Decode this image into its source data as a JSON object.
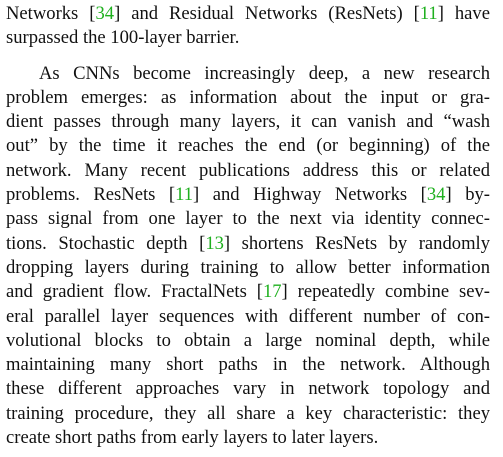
{
  "paragraphs": [
    {
      "id": "p1",
      "lines": [
        [
          {
            "t": "Networks "
          },
          {
            "t": "[",
            "c": false
          },
          {
            "t": "34",
            "c": true
          },
          {
            "t": "] and Residual Networks (ResNets) ["
          },
          {
            "t": "11",
            "c": true
          },
          {
            "t": "] have"
          }
        ],
        [
          {
            "t": "surpassed the 100-layer barrier."
          }
        ]
      ]
    },
    {
      "id": "p2",
      "lines": [
        [
          {
            "t": "As CNNs become increasingly deep, a new research"
          }
        ],
        [
          {
            "t": "problem emerges:  as information about the input or gra-"
          }
        ],
        [
          {
            "t": "dient passes through many layers, it can vanish and “wash"
          }
        ],
        [
          {
            "t": "out” by the time it reaches the end (or beginning) of the"
          }
        ],
        [
          {
            "t": "network.  Many recent publications address this or related"
          }
        ],
        [
          {
            "t": "problems.  ResNets ["
          },
          {
            "t": "11",
            "c": true
          },
          {
            "t": "] and Highway Networks ["
          },
          {
            "t": "34",
            "c": true
          },
          {
            "t": "] by-"
          }
        ],
        [
          {
            "t": "pass signal from one layer to the next via identity connec-"
          }
        ],
        [
          {
            "t": "tions. Stochastic depth ["
          },
          {
            "t": "13",
            "c": true
          },
          {
            "t": "] shortens ResNets by randomly"
          }
        ],
        [
          {
            "t": "dropping layers during training to allow better information"
          }
        ],
        [
          {
            "t": "and gradient flow. FractalNets ["
          },
          {
            "t": "17",
            "c": true
          },
          {
            "t": "] repeatedly combine sev-"
          }
        ],
        [
          {
            "t": "eral parallel layer sequences with different number of con-"
          }
        ],
        [
          {
            "t": "volutional blocks to obtain a large nominal depth, while"
          }
        ],
        [
          {
            "t": "maintaining many short paths in the network.  Although"
          }
        ],
        [
          {
            "t": "these different approaches vary in network topology and"
          }
        ],
        [
          {
            "t": "training procedure, they all share a key characteristic: they"
          }
        ],
        [
          {
            "t": "create short paths from early layers to later layers."
          }
        ]
      ]
    }
  ],
  "colors": {
    "text": "#111111",
    "citation": "#1fb01f"
  }
}
